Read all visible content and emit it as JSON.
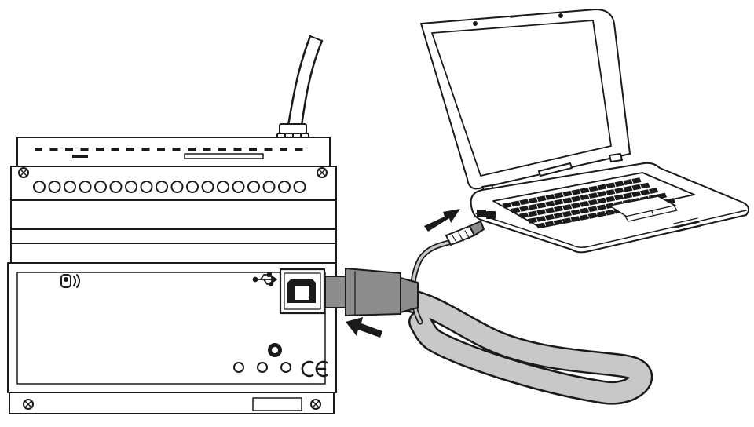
{
  "diagram": {
    "device": {
      "terminal_count": 18,
      "marking": "CE",
      "status_led_count": 3,
      "ports": [
        "usb-b-port"
      ]
    },
    "cable": {
      "connector_device_end": "usb-b",
      "connector_computer_end": "usb-a"
    },
    "computer": {
      "type": "laptop"
    },
    "arrows": [
      {
        "id": "arrow-to-device-port"
      },
      {
        "id": "arrow-to-laptop-port"
      }
    ],
    "icons": [
      "usb-icon",
      "antenna-icon",
      "ce-mark-icon"
    ],
    "colors": {
      "line": "#1a1a1a",
      "cable_fill": "#c8c8c8",
      "connector_fill": "#8c8c8c",
      "background": "#ffffff"
    }
  }
}
